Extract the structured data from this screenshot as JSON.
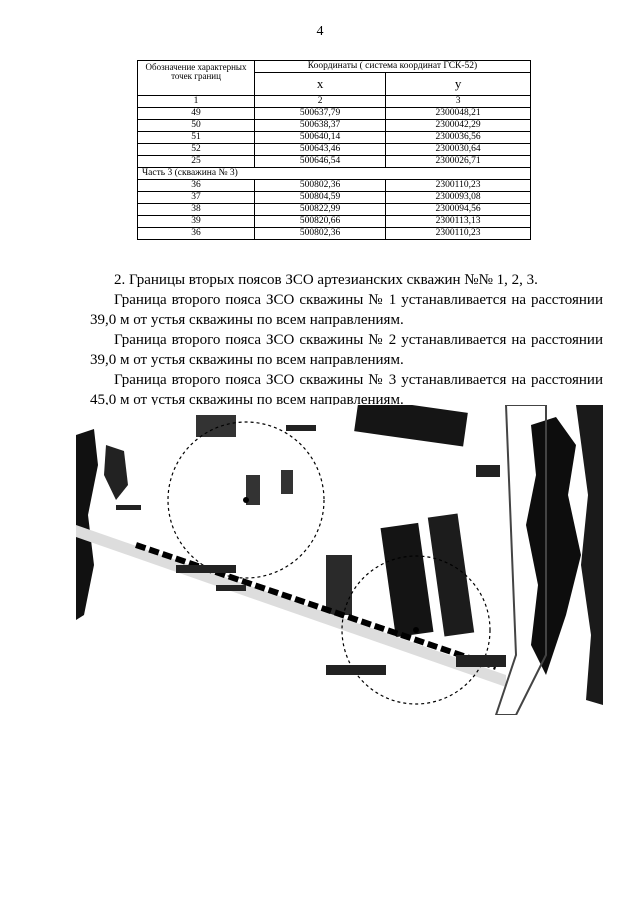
{
  "page_number": "4",
  "table": {
    "header_points": "Обозначение характерных точек границ",
    "header_coords": "Координаты ( система координат ГСК-52)",
    "header_x": "x",
    "header_y": "y",
    "col_numbers": [
      "1",
      "2",
      "3"
    ],
    "rows_a": [
      {
        "point": "49",
        "x": "500637,79",
        "y": "2300048,21"
      },
      {
        "point": "50",
        "x": "500638,37",
        "y": "2300042,29"
      },
      {
        "point": "51",
        "x": "500640,14",
        "y": "2300036,56"
      },
      {
        "point": "52",
        "x": "500643,46",
        "y": "2300030,64"
      },
      {
        "point": "25",
        "x": "500646,54",
        "y": "2300026,71"
      }
    ],
    "part3_label": "Часть 3 (скважина № 3)",
    "rows_b": [
      {
        "point": "36",
        "x": "500802,36",
        "y": "2300110,23"
      },
      {
        "point": "37",
        "x": "500804,59",
        "y": "2300093,08"
      },
      {
        "point": "38",
        "x": "500822,99",
        "y": "2300094,56"
      },
      {
        "point": "39",
        "x": "500820,66",
        "y": "2300113,13"
      },
      {
        "point": "36",
        "x": "500802,36",
        "y": "2300110,23"
      }
    ]
  },
  "text": {
    "heading": "2.  Границы вторых поясов ЗСО артезианских скважин №№ 1, 2, 3.",
    "p1": "Граница второго пояса ЗСО скважины № 1 устанавливается на расстоянии 39,0 м от устья скважины по всем направлениям.",
    "p2": "Граница второго пояса ЗСО скважины № 2 устанавливается на расстоянии 39,0 м от устья скважины по всем направлениям.",
    "p3": "Граница второго пояса ЗСО скважины № 3 устанавливается на расстоянии 45,0 м от устья скважины по всем направлениям."
  }
}
